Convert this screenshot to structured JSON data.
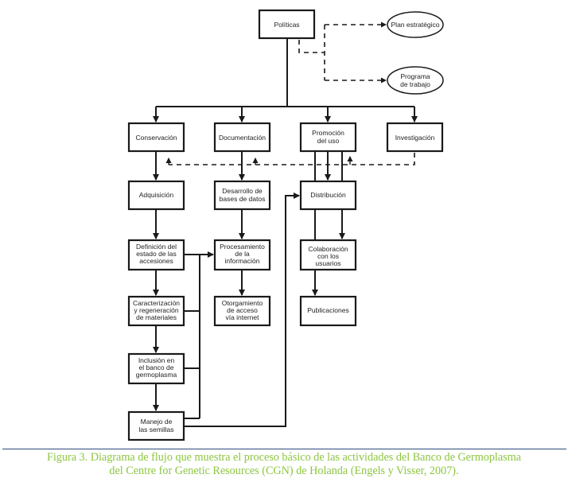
{
  "diagram": {
    "nodes": {
      "politicas": [
        "Políticas"
      ],
      "plan": [
        "Plan estratégico"
      ],
      "programa": [
        "Programa",
        "de trabajo"
      ],
      "conservacion": [
        "Conservación"
      ],
      "documentacion": [
        "Documentación"
      ],
      "promocion": [
        "Promoción",
        "del uso"
      ],
      "investigacion": [
        "Investigación"
      ],
      "adquisicion": [
        "Adquisición"
      ],
      "desarrollo": [
        "Desarrollo de",
        "bases de datos"
      ],
      "distribucion": [
        "Distribución"
      ],
      "definicion": [
        "Definición del",
        "estado de las",
        "accesiones"
      ],
      "procesamiento": [
        "Procesamiento",
        "de la",
        "información"
      ],
      "colaboracion": [
        "Colaboración",
        "con los",
        "usuarios"
      ],
      "caracterizacion": [
        "Caracterización",
        "y regeneración",
        "de materiales"
      ],
      "otorgamiento": [
        "Otorgamiento",
        "de acceso",
        "vía internet"
      ],
      "publicaciones": [
        "Publicaciones"
      ],
      "inclusion": [
        "Inclusión en",
        "el banco de",
        "germoplasma"
      ],
      "manejo": [
        "Manejo de",
        "las semillas"
      ]
    }
  },
  "caption": {
    "line1": "Figura 3. Diagrama de flujo que muestra el proceso básico de las actividades del Banco de Germoplasma",
    "line2": "del Centre for Genetic Resources (CGN) de Holanda (Engels y Visser, 2007)."
  },
  "colors": {
    "caption": "#8cc63f",
    "rule": "#2b4a7a"
  }
}
